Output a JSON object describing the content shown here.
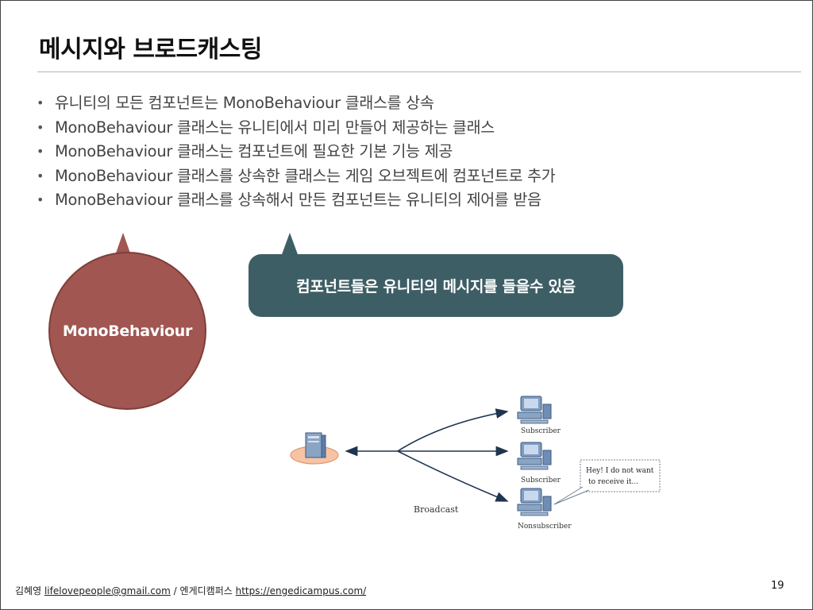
{
  "slide": {
    "title": "메시지와 브로드캐스팅",
    "bullets": [
      "유니티의 모든 컴포넌트는 MonoBehaviour 클래스를 상속",
      "MonoBehaviour 클래스는 유니티에서 미리 만들어 제공하는 클래스",
      "MonoBehaviour 클래스는 컴포넌트에 필요한 기본 기능 제공",
      "MonoBehaviour 클래스를 상속한 클래스는 게임 오브젝트에 컴포넌트로 추가",
      "MonoBehaviour 클래스를 상속해서 만든 컴포넌트는 유니티의 제어를 받음"
    ],
    "bullet_marker": "•",
    "circle_label": "MonoBehaviour",
    "callout_text": "컴포넌트들은 유니티의 메시지를 들을수 있음",
    "diagram": {
      "broadcast_label": "Broadcast",
      "subscriber_label_1": "Subscriber",
      "subscriber_label_2": "Subscriber",
      "nonsubscriber_label": "Nonsubscriber",
      "speech_line_1": "Hey! I do not want",
      "speech_line_2": "to receive it..."
    },
    "page_number": "19"
  },
  "footer": {
    "author": "김혜영",
    "email": "lifelovepeople@gmail.com",
    "separator": "/",
    "org": "엔게디캠퍼스",
    "url": "https://engedicampus.com/"
  },
  "colors": {
    "circle_fill": "#a15651",
    "callout_fill": "#3e5e66",
    "title_rule": "#b5b5b5"
  }
}
